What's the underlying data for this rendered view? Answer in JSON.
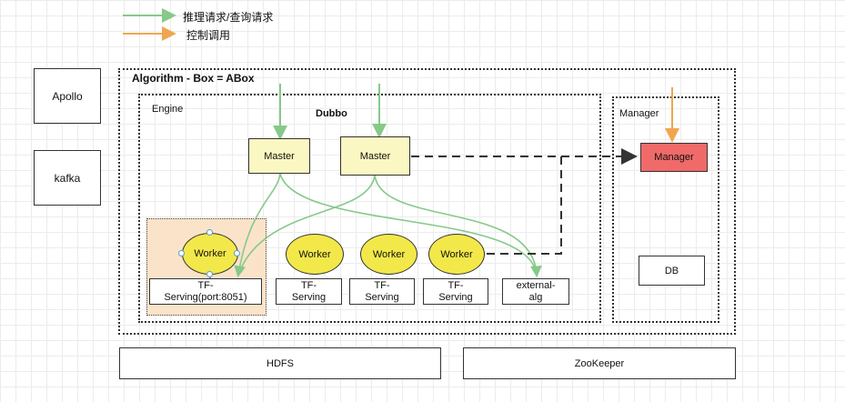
{
  "legend": {
    "inference_label": "推理请求/查询请求",
    "control_label": "控制调用"
  },
  "colors": {
    "inference": "#86c98a",
    "control": "#f0a650",
    "master_fill": "#fbf7c2",
    "worker_fill": "#f3e84a",
    "manager_fill": "#f06a6a",
    "highlight_fill": "#fbe3c9"
  },
  "external": {
    "apollo": "Apollo",
    "kafka": "kafka"
  },
  "abox": {
    "title": "Algorithm - Box = ABox",
    "engine": {
      "title": "Engine",
      "dubbo": "Dubbo",
      "masters": [
        "Master",
        "Master"
      ],
      "workers": [
        "Worker",
        "Worker",
        "Worker",
        "Worker"
      ],
      "servings": [
        {
          "line1": "TF-",
          "line2": "Serving(port:8051)"
        },
        {
          "line1": "TF-",
          "line2": "Serving"
        },
        {
          "line1": "TF-",
          "line2": "Serving"
        },
        {
          "line1": "TF-",
          "line2": "Serving"
        },
        {
          "line1": "external-",
          "line2": "alg"
        }
      ]
    },
    "manager_panel": {
      "title": "Manager",
      "manager": "Manager",
      "db": "DB"
    }
  },
  "storage": {
    "hdfs": "HDFS",
    "zookeeper": "ZooKeeper"
  }
}
